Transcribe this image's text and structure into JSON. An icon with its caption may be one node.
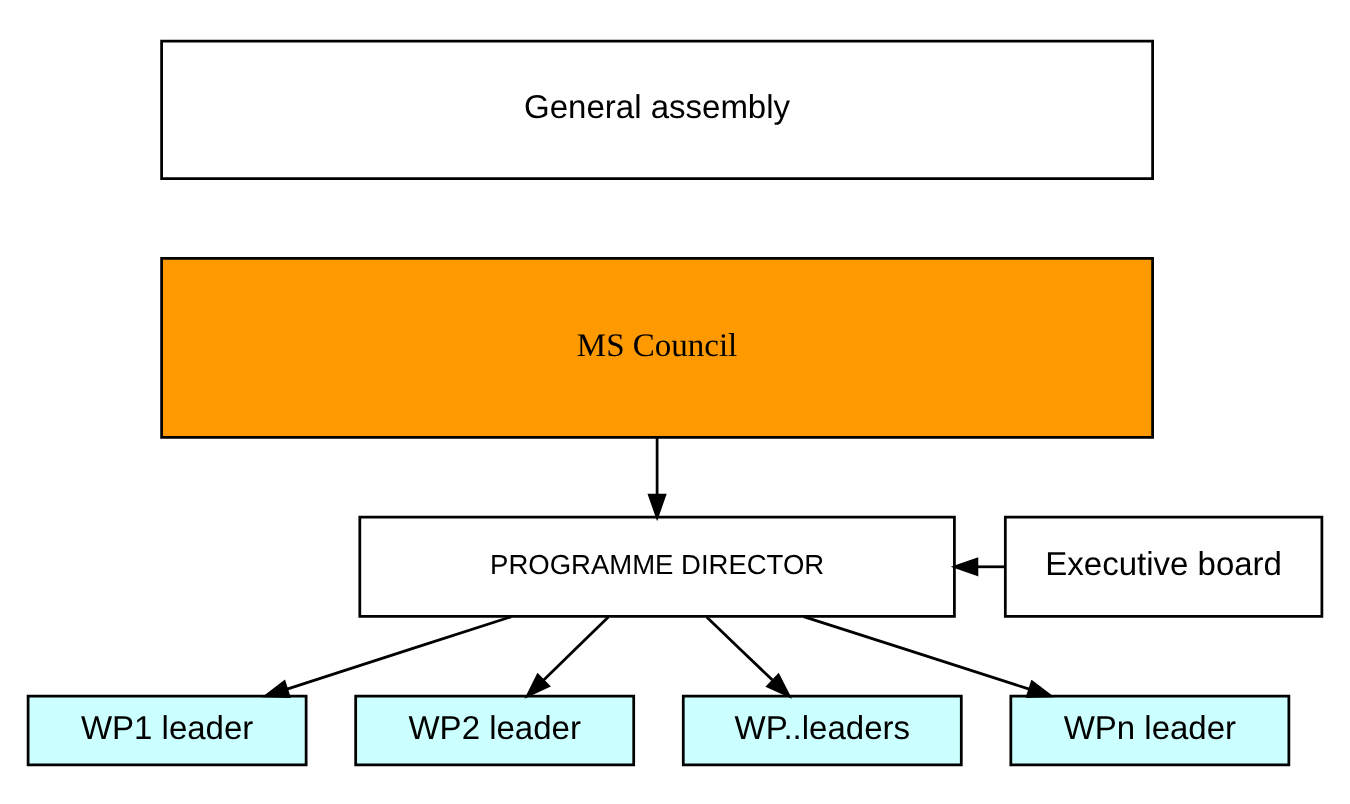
{
  "diagram": {
    "nodes": [
      {
        "text": [
          "General assembly"
        ]
      },
      {
        "text": [
          "MS Council"
        ]
      },
      {
        "text": [
          "PROGRAMME DIRECTOR"
        ]
      },
      {
        "text": [
          "Executive board"
        ]
      },
      {
        "text": [
          "WP1 leader"
        ]
      },
      {
        "text": [
          "WP2 leader"
        ]
      },
      {
        "text": [
          "WP..leaders"
        ]
      },
      {
        "text": [
          "WPn leader"
        ]
      }
    ],
    "edges": [
      {
        "from": 1,
        "to": 2,
        "arrow": "to"
      },
      {
        "from": 3,
        "to": 2,
        "arrow": "to"
      },
      {
        "from": 2,
        "to": 4,
        "arrow": "to"
      },
      {
        "from": 2,
        "to": 5,
        "arrow": "to"
      },
      {
        "from": 2,
        "to": 6,
        "arrow": "to"
      },
      {
        "from": 2,
        "to": 7,
        "arrow": "to"
      }
    ]
  }
}
